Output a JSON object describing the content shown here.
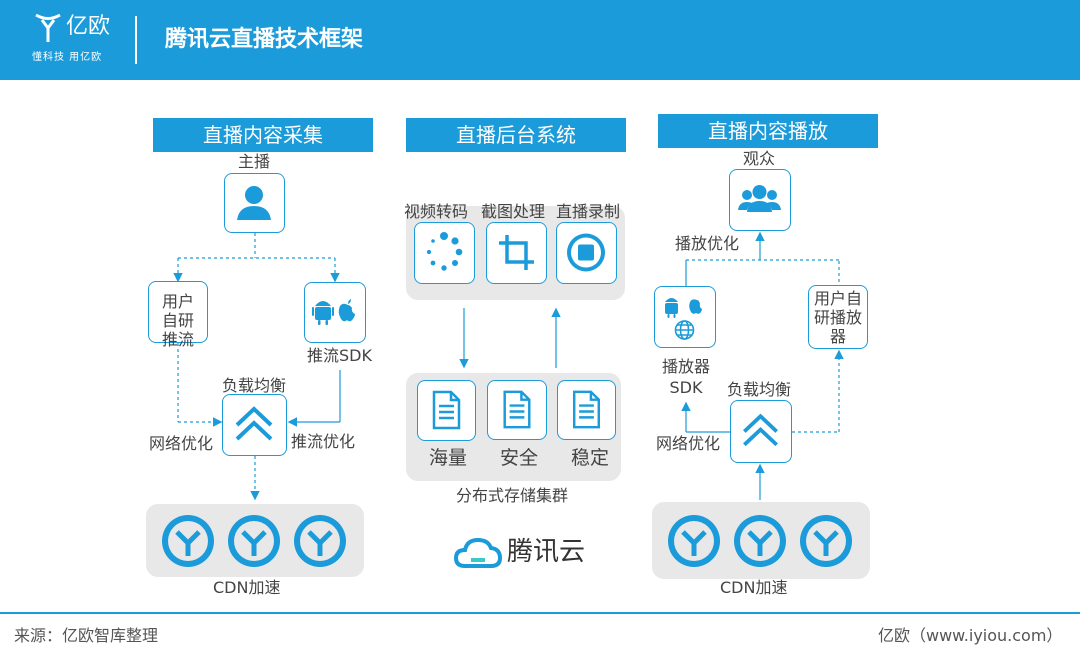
{
  "header": {
    "brand": "亿欧",
    "tagline": "懂科技 用亿欧",
    "title": "腾讯云直播技术框架"
  },
  "collect": {
    "title": "直播内容采集",
    "host": "主播",
    "self_push": "用户自研推流",
    "push_sdk": "推流SDK",
    "load_balance": "负载均衡",
    "net_opt": "网络优化",
    "push_opt": "推流优化",
    "cdn": "CDN加速"
  },
  "backend": {
    "title": "直播后台系统",
    "services": [
      "视频转码",
      "截图处理",
      "直播录制"
    ],
    "storage_items": [
      "海量",
      "安全",
      "稳定"
    ],
    "storage_label": "分布式存储集群",
    "brand": "腾讯云"
  },
  "play": {
    "title": "直播内容播放",
    "audience": "观众",
    "play_opt": "播放优化",
    "player_sdk": "播放器SDK",
    "self_player": "用户自研播放器",
    "load_balance": "负载均衡",
    "net_opt": "网络优化",
    "cdn": "CDN加速"
  },
  "footer": {
    "source": "来源：亿欧智库整理",
    "site": "亿欧（www.iyiou.com）"
  },
  "colors": {
    "accent": "#1b9bd9",
    "panel": "#e8e8e8"
  }
}
